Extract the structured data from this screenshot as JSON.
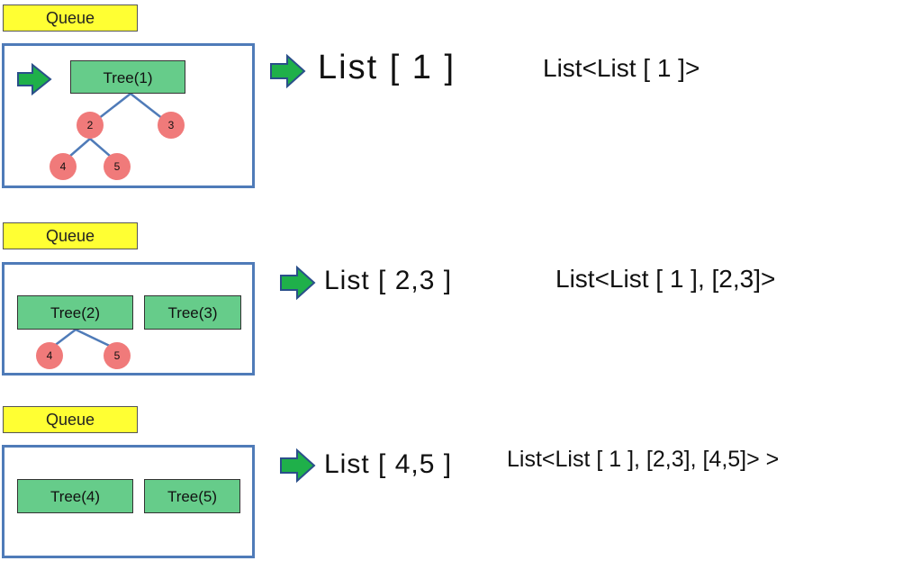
{
  "colors": {
    "queue_label_bg": "#ffff33",
    "panel_border": "#4f7bb8",
    "tree_box": "#66cc8a",
    "node": "#f07a7a",
    "arrow_fill": "#1fb04a",
    "arrow_stroke": "#2a4f8a"
  },
  "icons": {
    "arrow": "right-arrow-icon"
  },
  "steps": [
    {
      "queue_label": "Queue",
      "trees": [
        "Tree(1)"
      ],
      "nodes": [
        "2",
        "3",
        "4",
        "5"
      ],
      "output": "List [ 1 ]",
      "result": "List<List [ 1 ]>"
    },
    {
      "queue_label": "Queue",
      "trees": [
        "Tree(2)",
        "Tree(3)"
      ],
      "nodes": [
        "4",
        "5"
      ],
      "output": "List [ 2,3 ]",
      "result": "List<List [ 1 ], [2,3]>"
    },
    {
      "queue_label": "Queue",
      "trees": [
        "Tree(4)",
        "Tree(5)"
      ],
      "nodes": [],
      "output": "List [ 4,5 ]",
      "result": "List<List [ 1 ], [2,3], [4,5]> >"
    }
  ]
}
